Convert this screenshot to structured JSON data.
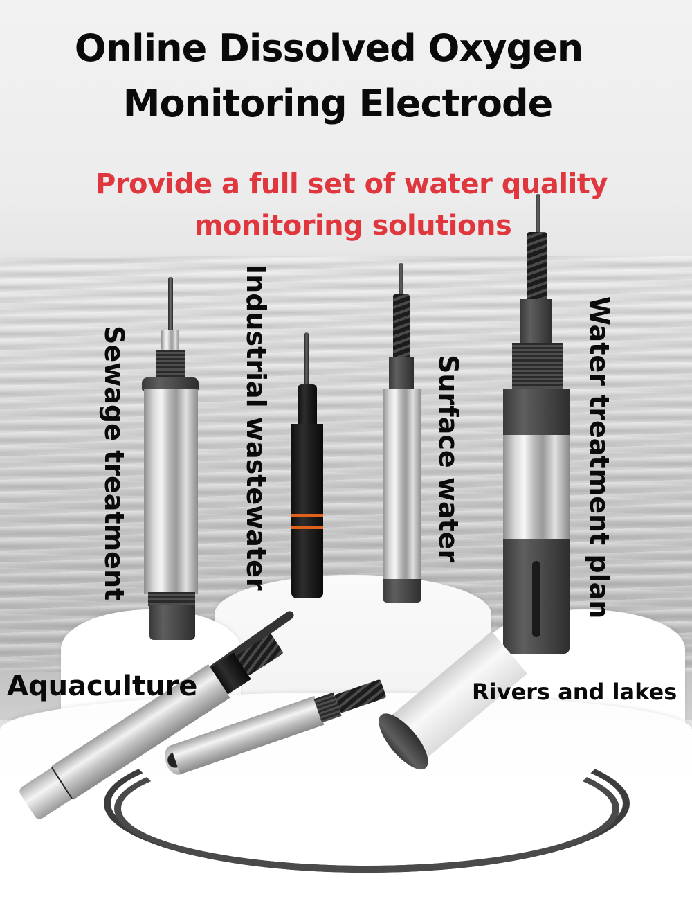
{
  "banner": {
    "title_lines": [
      "Online Dissolved Oxygen",
      "Monitoring Electrode"
    ],
    "subtitle_lines": [
      "Provide a full set of water quality",
      "monitoring solutions"
    ],
    "colors": {
      "title": "#0a0a0a",
      "subtitle": "#e0363d",
      "background": "#e9e9e9",
      "pedestal": "#ffffff",
      "probe_steel": "#c8c8c8",
      "probe_dark": "#3a3a3a",
      "accent_ring": "#e0621a"
    }
  },
  "applications": {
    "vertical": [
      {
        "label": "Sewage treatment"
      },
      {
        "label": "Industrial wastewater"
      },
      {
        "label": "Surface water"
      },
      {
        "label": "Water treatment plan"
      }
    ],
    "horizontal": [
      {
        "label": "Aquaculture"
      },
      {
        "label": "Rivers and lakes"
      }
    ]
  },
  "products": [
    {
      "name": "sewage-treatment-probe",
      "material": "stainless steel with threaded dark cap"
    },
    {
      "name": "industrial-wastewater-probe",
      "material": "black body with orange rings"
    },
    {
      "name": "surface-water-probe",
      "material": "stainless steel with spiral strain relief"
    },
    {
      "name": "water-treatment-plant-probe",
      "material": "steel and dark slotted guard"
    },
    {
      "name": "aquaculture-probe",
      "material": "stainless steel lying with cable"
    },
    {
      "name": "rivers-lakes-probe",
      "material": "steel body with dark cap"
    }
  ]
}
